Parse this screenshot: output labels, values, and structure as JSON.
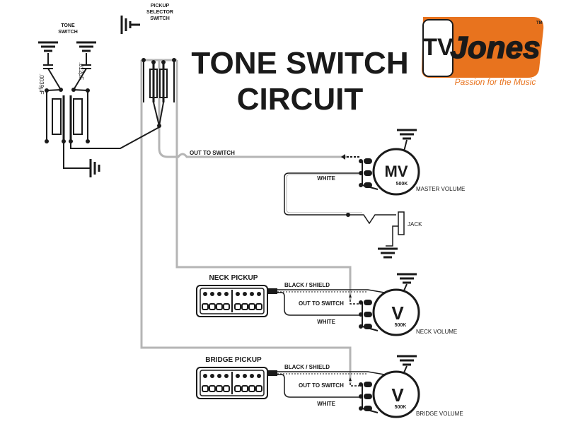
{
  "title": {
    "line1": "TONE SWITCH",
    "line2": "CIRCUIT"
  },
  "logo": {
    "wordmark": "Jones",
    "monogram": "TV",
    "trademark": "TM",
    "tagline": "Passion for the Music",
    "brand_color": "#e8731e"
  },
  "labels": {
    "tone_switch_line1": "TONE",
    "tone_switch_line2": "SWITCH",
    "pickup_selector_line1": "PICKUP",
    "pickup_selector_line2": "SELECTOR",
    "pickup_selector_line3": "SWITCH",
    "cap1": ".0039µF",
    "cap2": ".012µF",
    "out_to_switch_top": "OUT TO SWITCH",
    "white_master": "WHITE",
    "master_pot_letters": "MV",
    "master_pot_value": "500K",
    "master_volume": "MASTER VOLUME",
    "jack": "JACK",
    "neck_pickup": "NECK PICKUP",
    "neck_black_shield": "BLACK / SHIELD",
    "neck_out_to_switch": "OUT TO SWITCH",
    "neck_white": "WHITE",
    "neck_pot_letter": "V",
    "neck_pot_value": "500K",
    "neck_volume": "NECK VOLUME",
    "bridge_pickup": "BRIDGE PICKUP",
    "bridge_black_shield": "BLACK / SHIELD",
    "bridge_out_to_switch": "OUT TO SWITCH",
    "bridge_white": "WHITE",
    "bridge_pot_letter": "V",
    "bridge_pot_value": "500K",
    "bridge_volume": "BRIDGE VOLUME"
  },
  "colors": {
    "ink": "#1a1a1a",
    "wire_gray": "#b5b5b5",
    "background": "#ffffff"
  },
  "icons": [
    "ground-symbol-icon",
    "potentiometer-icon",
    "capacitor-icon",
    "humbucker-pickup-icon",
    "output-jack-icon",
    "switch-icon",
    "jones-logo-icon"
  ]
}
